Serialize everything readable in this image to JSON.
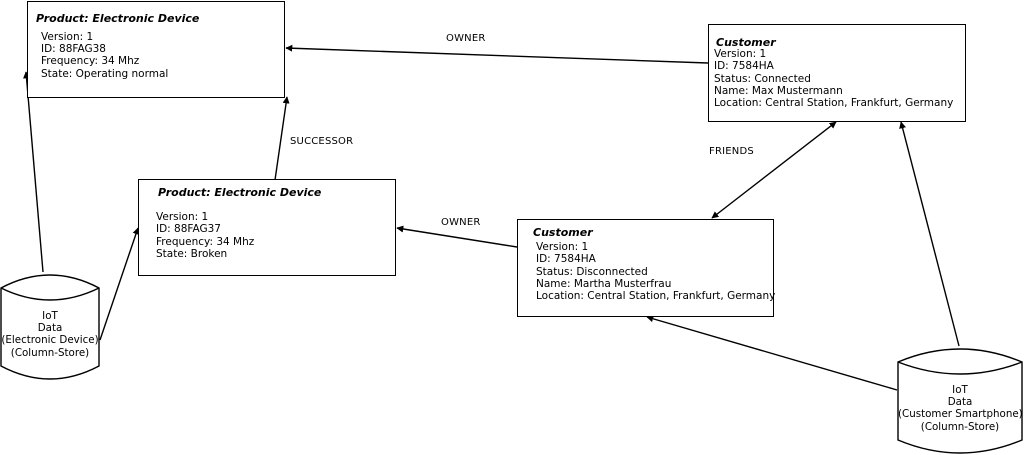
{
  "nodes": {
    "product_top": {
      "title": "Product: Electronic Device",
      "lines": [
        "Version: 1",
        "ID: 88FAG38",
        "Frequency: 34 Mhz",
        "State: Operating normal"
      ]
    },
    "product_mid": {
      "title": "Product: Electronic Device",
      "lines": [
        "Version: 1",
        "ID: 88FAG37",
        "Frequency: 34 Mhz",
        "State: Broken"
      ]
    },
    "customer_top": {
      "title": "Customer",
      "lines": [
        "Version: 1",
        "ID: 7584HA",
        "Status: Connected",
        "Name: Max Mustermann",
        "Location: Central Station, Frankfurt, Germany"
      ]
    },
    "customer_mid": {
      "title": "Customer",
      "lines": [
        "Version: 1",
        "ID: 7584HA",
        "Status: Disconnected",
        "Name: Martha Musterfrau",
        "Location: Central Station, Frankfurt, Germany"
      ]
    }
  },
  "stores": {
    "device": [
      "IoT",
      "Data",
      "(Electronic Device)",
      "(Column-Store)"
    ],
    "smartphone": [
      "IoT",
      "Data",
      "(Customer Smartphone)",
      "(Column-Store)"
    ]
  },
  "edge_labels": {
    "owner_top": "OWNER",
    "successor": "SUCCESSOR",
    "friends": "FRIENDS",
    "owner_mid": "OWNER"
  }
}
